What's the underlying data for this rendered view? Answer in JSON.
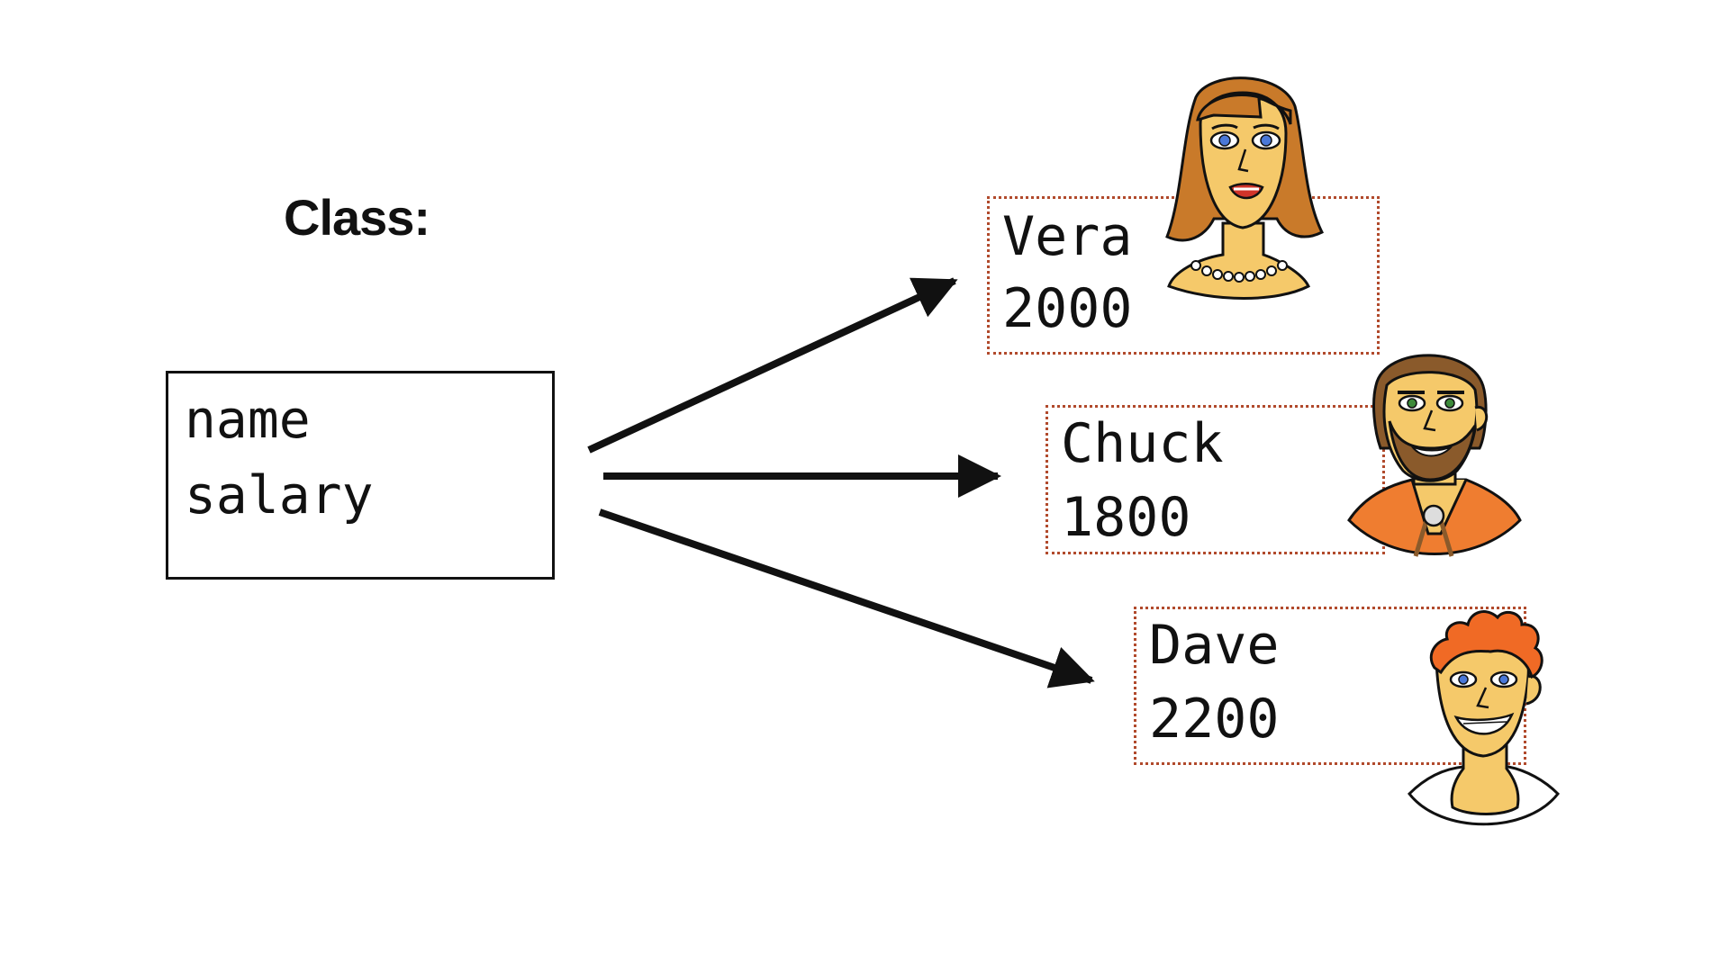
{
  "title": "Class:",
  "class_box": {
    "attributes": [
      "name",
      "salary"
    ]
  },
  "objects": [
    {
      "name": "Vera",
      "salary": "2000"
    },
    {
      "name": "Chuck",
      "salary": "1800"
    },
    {
      "name": "Dave",
      "salary": "2200"
    }
  ],
  "colors": {
    "ink": "#111111",
    "object_border": "#b14a2c",
    "skin": "#f5c96a",
    "vera_hair": "#c97a2a",
    "chuck_hair": "#8a5a2b",
    "chuck_shirt": "#ef7d30",
    "dave_hair": "#f06a25",
    "eye_blue": "#4a78d8",
    "eye_green": "#3d8a3a"
  },
  "icons": [
    "vera-avatar-icon",
    "chuck-avatar-icon",
    "dave-avatar-icon"
  ]
}
